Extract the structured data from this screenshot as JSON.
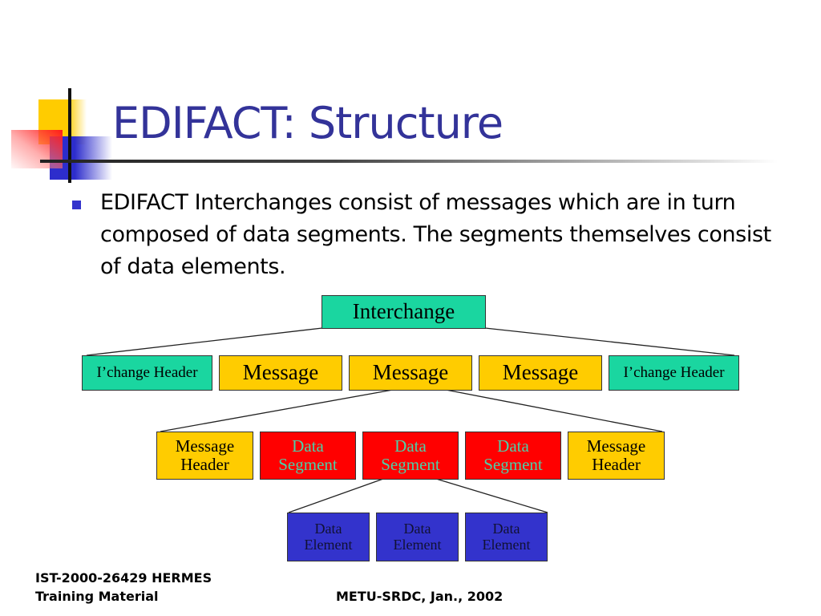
{
  "slide": {
    "title": "EDIFACT: Structure",
    "bullets": [
      "EDIFACT Interchanges consist of messages which are in turn composed of data segments. The segments themselves consist of data elements."
    ]
  },
  "diagram": {
    "root": {
      "label": "Interchange",
      "color": "#1ad6a0"
    },
    "level1": [
      {
        "label": "I’change Header",
        "color": "#1ad6a0"
      },
      {
        "label": "Message",
        "color": "#ffcc00"
      },
      {
        "label": "Message",
        "color": "#ffcc00"
      },
      {
        "label": "Message",
        "color": "#ffcc00"
      },
      {
        "label": "I’change Header",
        "color": "#1ad6a0"
      }
    ],
    "level2": [
      {
        "line1": "Message",
        "line2": "Header",
        "color": "#ffcc00"
      },
      {
        "line1": "Data",
        "line2": "Segment",
        "color": "#ff0000"
      },
      {
        "line1": "Data",
        "line2": "Segment",
        "color": "#ff0000"
      },
      {
        "line1": "Data",
        "line2": "Segment",
        "color": "#ff0000"
      },
      {
        "line1": "Message",
        "line2": "Header",
        "color": "#ffcc00"
      }
    ],
    "level3": [
      {
        "line1": "Data",
        "line2": "Element",
        "color": "#3333cc"
      },
      {
        "line1": "Data",
        "line2": "Element",
        "color": "#3333cc"
      },
      {
        "line1": "Data",
        "line2": "Element",
        "color": "#3333cc"
      }
    ]
  },
  "footer": {
    "left_line1": "IST-2000-26429 HERMES",
    "left_line2": "Training Material",
    "right": "METU-SRDC, Jan., 2002"
  }
}
